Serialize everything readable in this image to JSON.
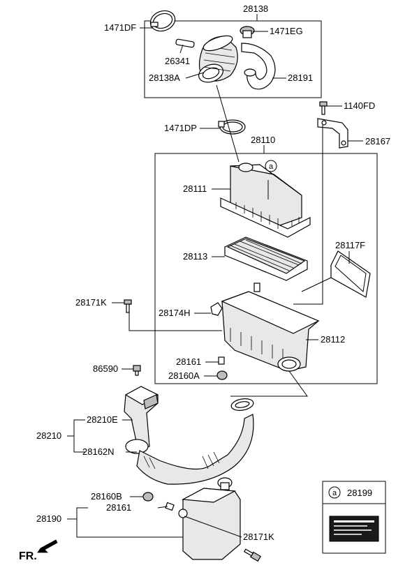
{
  "labels": {
    "p28138": "28138",
    "p1471DF": "1471DF",
    "p1471EG": "1471EG",
    "p26341": "26341",
    "p28138A": "28138A",
    "p28191": "28191",
    "p1140FD": "1140FD",
    "p1471DP": "1471DP",
    "p28110": "28110",
    "p28167": "28167",
    "p28111": "28111",
    "p28113": "28113",
    "p28117F": "28117F",
    "p28171K_top": "28171K",
    "p28174H": "28174H",
    "p28112": "28112",
    "p28161_top": "28161",
    "p28160A": "28160A",
    "p86590": "86590",
    "p28210E": "28210E",
    "p28210": "28210",
    "p28162N": "28162N",
    "p28160B": "28160B",
    "p28161_bot": "28161",
    "p28190": "28190",
    "p28171K_bot": "28171K",
    "callout_a": "a",
    "legend_a": "a",
    "legend_part": "28199",
    "fr": "FR."
  }
}
